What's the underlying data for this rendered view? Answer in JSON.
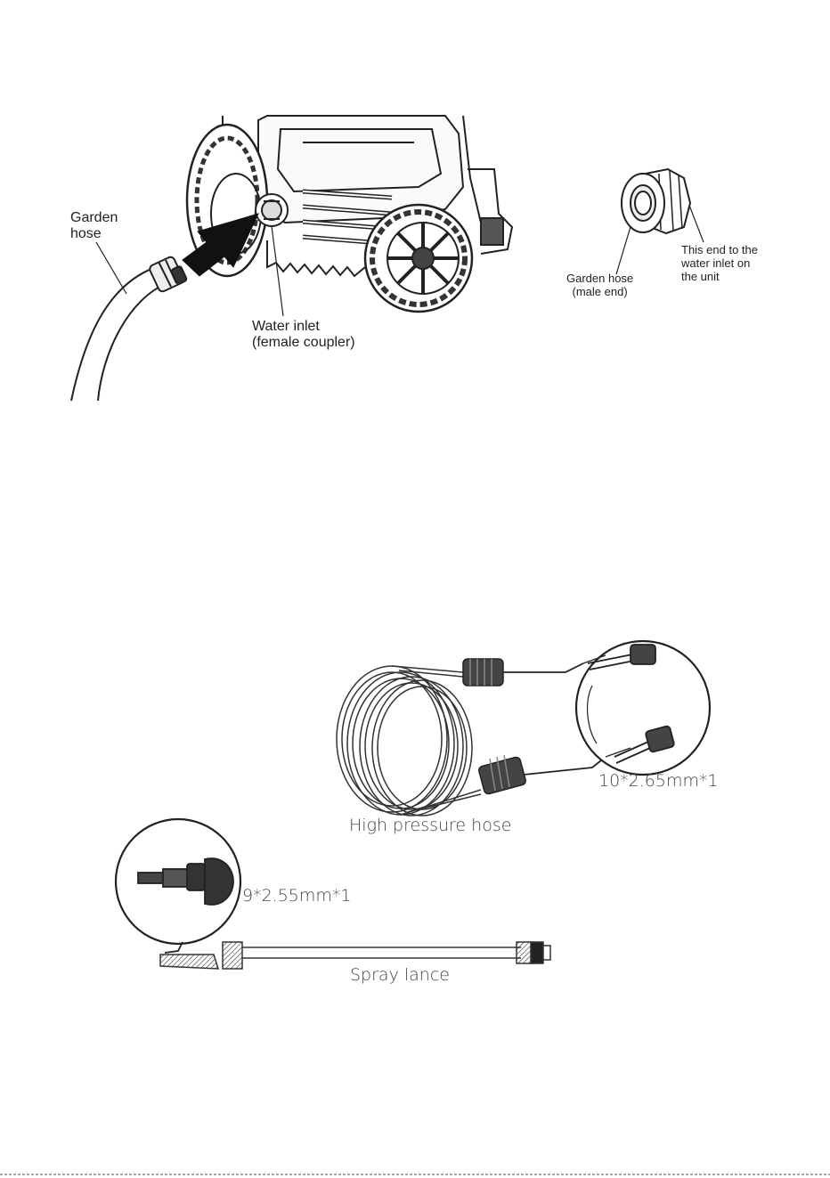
{
  "figure1": {
    "garden_hose": "Garden\nhose",
    "water_inlet": "Water inlet\n(female coupler)",
    "garden_hose_male": "Garden hose\n(male end)",
    "this_end": "This end to the\nwater inlet on\nthe unit"
  },
  "figure2": {
    "hp_spec": "10*2.65mm*1",
    "hp_label": "High pressure hose",
    "lance_spec": "9*2.55mm*1",
    "lance_label": "Spray lance"
  },
  "colors": {
    "line": "#222222",
    "arrow": "#111111"
  }
}
